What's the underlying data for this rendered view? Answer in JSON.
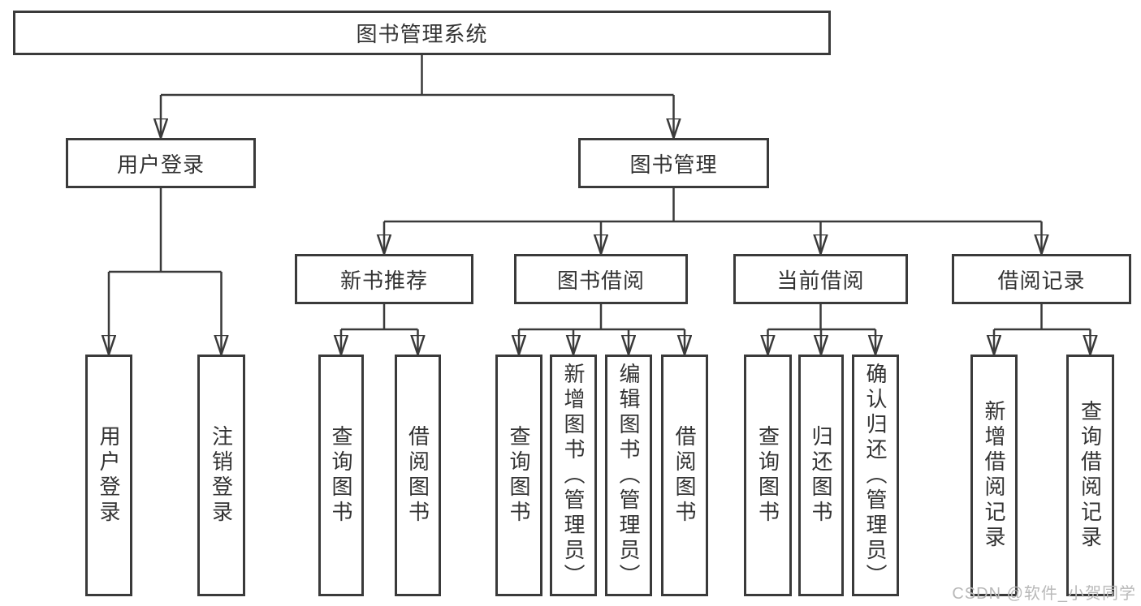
{
  "tree": {
    "root": {
      "label": "图书管理系统"
    },
    "user_login": {
      "label": "用户登录",
      "children": {
        "login": "用户登录",
        "logout": "注销登录"
      }
    },
    "book_mgmt": {
      "label": "图书管理",
      "children": {
        "new_books": {
          "label": "新书推荐",
          "children": {
            "query": "查询图书",
            "borrow": "借阅图书"
          }
        },
        "borrowing": {
          "label": "图书借阅",
          "children": {
            "query": "查询图书",
            "add": "新增图书（管理员）",
            "edit": "编辑图书（管理员）",
            "borrow": "借阅图书"
          }
        },
        "current": {
          "label": "当前借阅",
          "children": {
            "query": "查询图书",
            "return": "归还图书",
            "confirm": "确认归还（管理员）"
          }
        },
        "records": {
          "label": "借阅记录",
          "children": {
            "add": "新增借阅记录",
            "query": "查询借阅记录"
          }
        }
      }
    }
  },
  "watermark": "CSDN @软件_小贺同学",
  "colors": {
    "line": "#3a3a3a",
    "text": "#333333",
    "watermark": "#b9b9b9",
    "background": "#ffffff"
  }
}
